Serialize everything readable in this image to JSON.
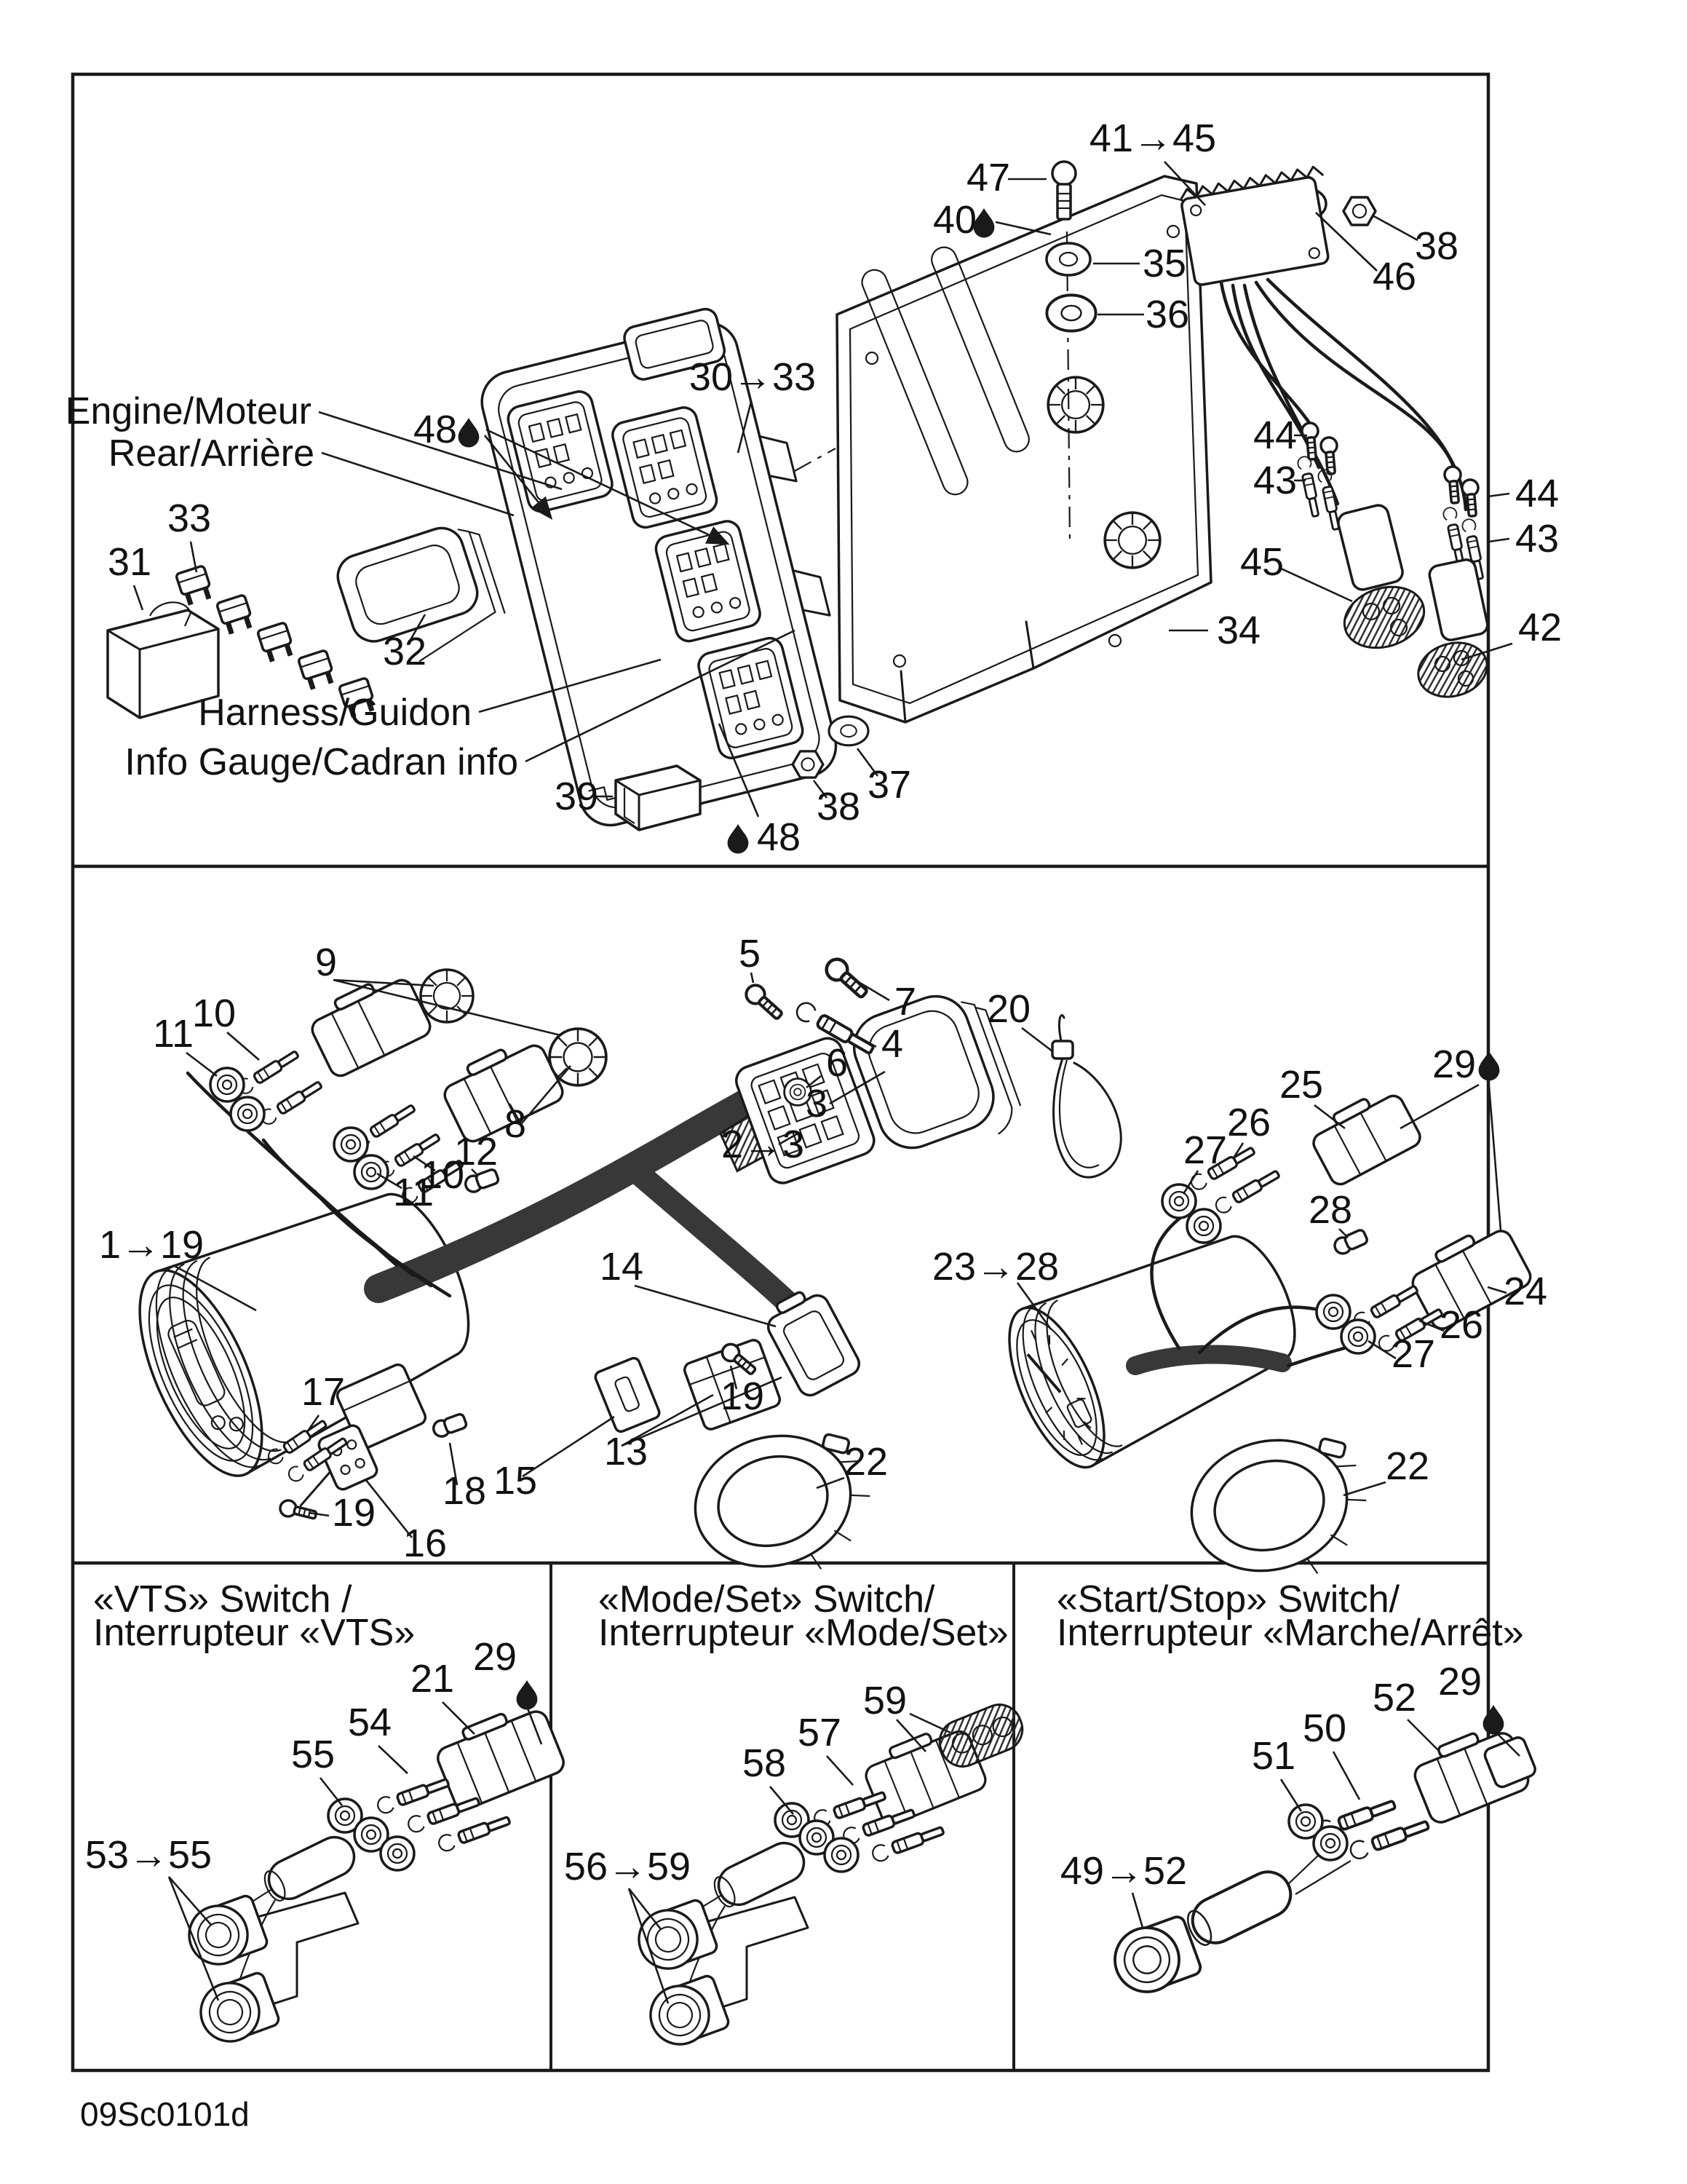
{
  "doc": {
    "code": "09Sc0101d"
  },
  "colors": {
    "ink": "#1a1a1a",
    "background": "#ffffff",
    "harness_band": "#383838"
  },
  "icons": {
    "lubricant_drop": "droplet"
  },
  "top_labels": {
    "engine": "Engine/Moteur",
    "rear": "Rear/Arrière",
    "harness": "Harness/Guidon",
    "info_gauge": "Info Gauge/Cadran info"
  },
  "sections": {
    "vts": {
      "line1": "«VTS» Switch /",
      "line2": "Interrupteur «VTS»"
    },
    "mode_set": {
      "line1": "«Mode/Set» Switch/",
      "line2": "Interrupteur «Mode/Set»"
    },
    "start_stop": {
      "line1": "«Start/Stop» Switch/",
      "line2": "Interrupteur «Marche/Arrêt»"
    }
  },
  "labels": {
    "n1_19": "1→19",
    "n2_3": "2→3",
    "n3": "3",
    "n4": "4",
    "n5": "5",
    "n6": "6",
    "n7": "7",
    "n8": "8",
    "n9": "9",
    "n10": "10",
    "n11": "11",
    "n12": "12",
    "n13": "13",
    "n14": "14",
    "n15": "15",
    "n16": "16",
    "n17": "17",
    "n18": "18",
    "n19": "19",
    "n20": "20",
    "n21": "21",
    "n22": "22",
    "n23_28": "23→28",
    "n24": "24",
    "n25": "25",
    "n26": "26",
    "n27": "27",
    "n28": "28",
    "n29": "29",
    "n30_33": "30→33",
    "n31": "31",
    "n32": "32",
    "n33": "33",
    "n34": "34",
    "n35": "35",
    "n36": "36",
    "n37": "37",
    "n38": "38",
    "n39": "39",
    "n40": "40",
    "n41_45": "41→45",
    "n42": "42",
    "n43": "43",
    "n44": "44",
    "n45": "45",
    "n46": "46",
    "n47": "47",
    "n48": "48",
    "n49_52": "49→52",
    "n50": "50",
    "n51": "51",
    "n52": "52",
    "n53_55": "53→55",
    "n54": "54",
    "n55": "55",
    "n56_59": "56→59",
    "n57": "57",
    "n58": "58",
    "n59": "59"
  }
}
